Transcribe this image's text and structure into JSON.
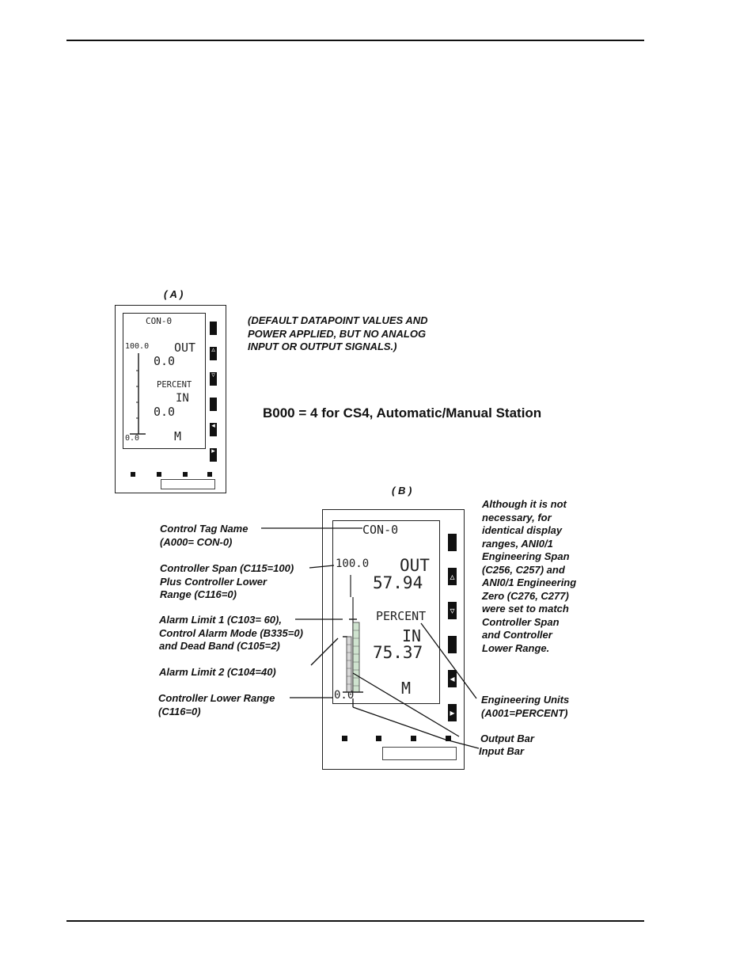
{
  "figure_a": {
    "label": "( A )",
    "screen": {
      "tag": "CON-0",
      "span": "100.0",
      "out_label": "OUT",
      "out_value": "0.0",
      "units": "PERCENT",
      "in_label": "IN",
      "in_value": "0.0",
      "lower": "0.0",
      "mode": "M"
    },
    "note": "(DEFAULT DATAPOINT VALUES AND POWER APPLIED, BUT NO ANALOG  INPUT OR OUTPUT SIGNALS.)"
  },
  "b000_caption": "B000 = 4 for CS4, Automatic/Manual Station",
  "figure_b": {
    "label": "( B )",
    "screen": {
      "tag": "CON-0",
      "span": "100.0",
      "out_label": "OUT",
      "out_value": "57.94",
      "units": "PERCENT",
      "in_label": "IN",
      "in_value": "75.37",
      "lower": "0.0",
      "mode": "M"
    },
    "callouts": {
      "tag_name": [
        "Control Tag Name",
        "(A000= CON-0)"
      ],
      "span": [
        "Controller Span (C115=100)",
        "Plus Controller Lower",
        "Range (C116=0)"
      ],
      "alarm1": [
        "Alarm Limit  1 (C103= 60),",
        "Control Alarm Mode (B335=0)",
        "and Dead Band (C105=2)"
      ],
      "alarm2": [
        "Alarm Limit 2 (C104=40)"
      ],
      "lower_range": [
        "Controller Lower Range",
        "(C116=0)"
      ],
      "note": [
        "Although it is not",
        "necessary, for",
        "identical display",
        "ranges, ANI0/1",
        "Engineering Span",
        "(C256, C257) and",
        "ANI0/1 Engineering",
        "Zero (C276, C277)",
        "were set to match",
        "Controller Span",
        "and Controller",
        "Lower  Range."
      ],
      "eng_units": [
        "Engineering Units",
        "(A001=PERCENT)"
      ],
      "output_bar": [
        "Output Bar"
      ],
      "input_bar": [
        "Input Bar"
      ]
    }
  }
}
